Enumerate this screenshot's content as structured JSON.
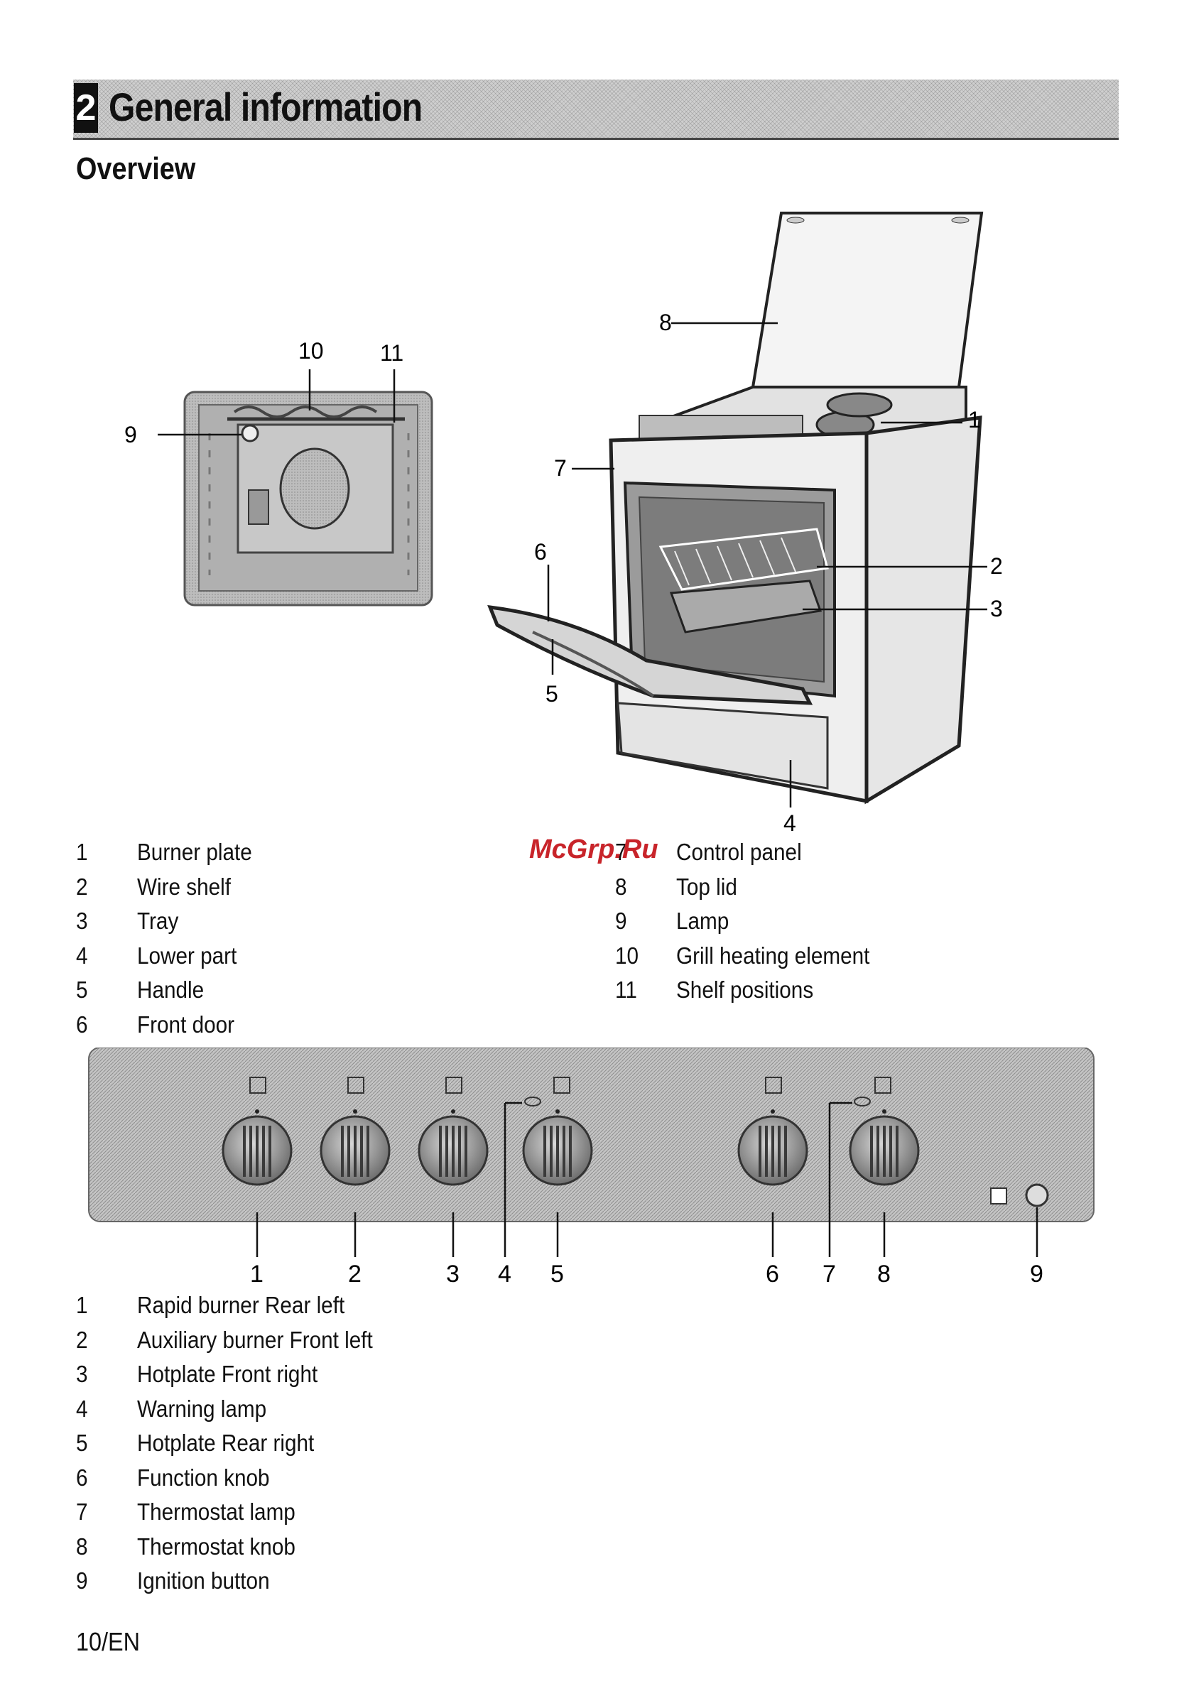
{
  "section": {
    "number": "2",
    "title": "General information"
  },
  "subtitle": "Overview",
  "overview_callouts": [
    "1",
    "2",
    "3",
    "4",
    "5",
    "6",
    "7",
    "8",
    "9",
    "10",
    "11"
  ],
  "overview_parts": {
    "left": [
      {
        "num": "1",
        "label": "Burner plate"
      },
      {
        "num": "2",
        "label": "Wire shelf"
      },
      {
        "num": "3",
        "label": "Tray"
      },
      {
        "num": "4",
        "label": "Lower part"
      },
      {
        "num": "5",
        "label": "Handle"
      },
      {
        "num": "6",
        "label": "Front door"
      }
    ],
    "right": [
      {
        "num": "7",
        "label": "Control panel"
      },
      {
        "num": "8",
        "label": "Top lid"
      },
      {
        "num": "9",
        "label": "Lamp"
      },
      {
        "num": "10",
        "label": "Grill heating element"
      },
      {
        "num": "11",
        "label": "Shelf positions"
      }
    ]
  },
  "panel_callouts": [
    "1",
    "2",
    "3",
    "4",
    "5",
    "6",
    "7",
    "8",
    "9"
  ],
  "panel_parts": [
    {
      "num": "1",
      "label": "Rapid burner Rear left"
    },
    {
      "num": "2",
      "label": "Auxiliary burner Front left"
    },
    {
      "num": "3",
      "label": "Hotplate Front right"
    },
    {
      "num": "4",
      "label": "Warning lamp"
    },
    {
      "num": "5",
      "label": "Hotplate Rear right"
    },
    {
      "num": "6",
      "label": "Function knob"
    },
    {
      "num": "7",
      "label": "Thermostat lamp"
    },
    {
      "num": "8",
      "label": "Thermostat knob"
    },
    {
      "num": "9",
      "label": "Ignition button"
    }
  ],
  "watermark": "McGrp.Ru",
  "page_number": "10/EN"
}
